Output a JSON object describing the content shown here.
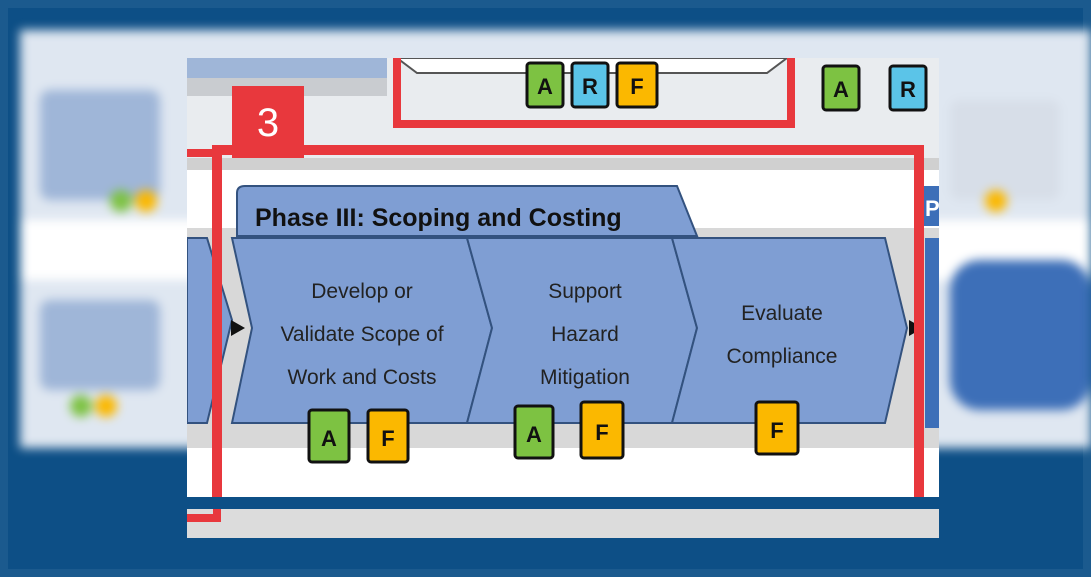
{
  "callout": {
    "number": "3"
  },
  "phase": {
    "title": "Phase III: Scoping and Costing",
    "next_phase_partial": "P"
  },
  "steps": [
    {
      "lines": [
        "Develop or",
        "Validate Scope of",
        "Work and Costs"
      ],
      "tags": [
        "A",
        "F"
      ]
    },
    {
      "lines": [
        "Support",
        "Hazard",
        "Mitigation"
      ],
      "tags": [
        "A",
        "F"
      ]
    },
    {
      "lines": [
        "Evaluate",
        "Compliance"
      ],
      "tags": [
        "F"
      ]
    }
  ],
  "top_tags": {
    "middle": [
      "A",
      "R",
      "F"
    ],
    "right": [
      "A",
      "R"
    ]
  },
  "colors": {
    "tag_A": "#7dc242",
    "tag_R": "#5bc4e8",
    "tag_F": "#fbb800",
    "step_fill": "#7f9ed3",
    "callout": "#e8383d",
    "frame": "#0d4f86"
  }
}
